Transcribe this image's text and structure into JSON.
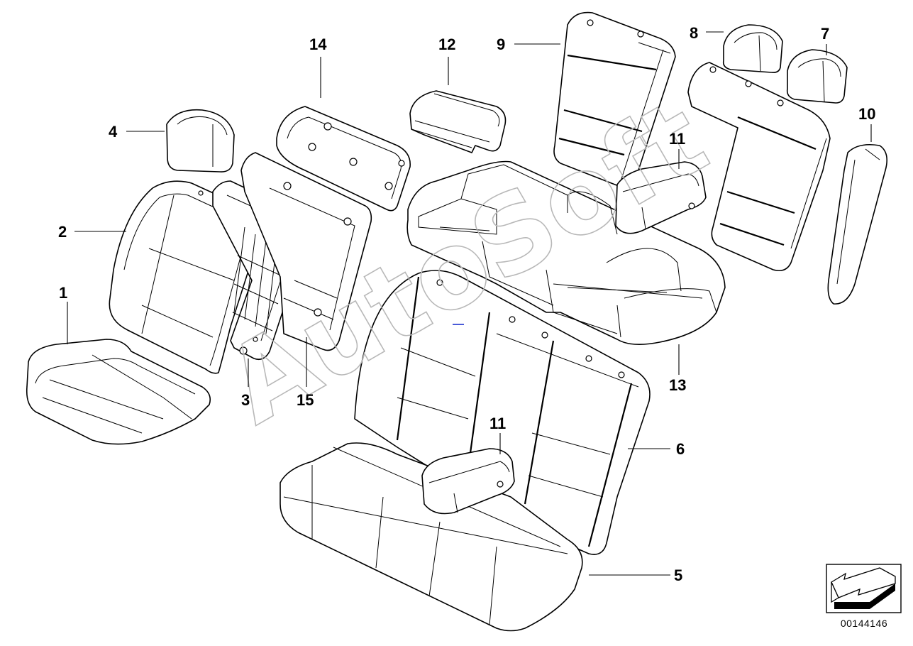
{
  "diagram": {
    "watermark": "AutoSoft",
    "diagram_id": "00144146",
    "callouts": [
      {
        "id": "1",
        "label": "1"
      },
      {
        "id": "2",
        "label": "2"
      },
      {
        "id": "3",
        "label": "3"
      },
      {
        "id": "4",
        "label": "4"
      },
      {
        "id": "5",
        "label": "5"
      },
      {
        "id": "6",
        "label": "6"
      },
      {
        "id": "7",
        "label": "7"
      },
      {
        "id": "8",
        "label": "8"
      },
      {
        "id": "9",
        "label": "9"
      },
      {
        "id": "10",
        "label": "10"
      },
      {
        "id": "11a",
        "label": "11"
      },
      {
        "id": "11b",
        "label": "11"
      },
      {
        "id": "12",
        "label": "12"
      },
      {
        "id": "13",
        "label": "13"
      },
      {
        "id": "14",
        "label": "14"
      },
      {
        "id": "15",
        "label": "15"
      }
    ]
  }
}
